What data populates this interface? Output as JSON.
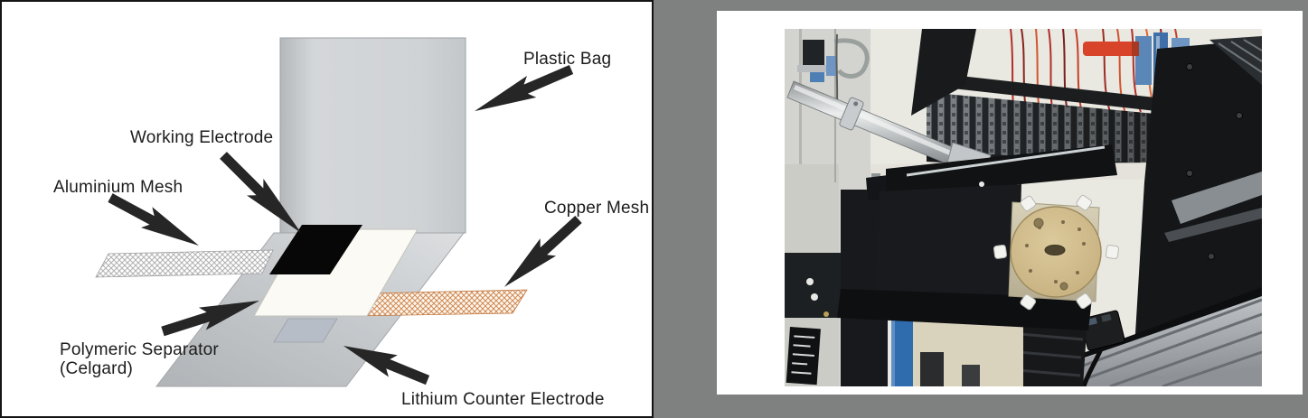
{
  "page": {
    "background_color": "#7f8080",
    "panel_color": "#ffffff"
  },
  "figure_left": {
    "type": "schematic-diagram",
    "labels": {
      "plastic_bag": "Plastic Bag",
      "working_electrode": "Working Electrode",
      "aluminium_mesh": "Aluminium Mesh",
      "copper_mesh": "Copper Mesh",
      "polymeric_separator_line1": "Polymeric Separator",
      "polymeric_separator_line2": "(Celgard)",
      "lithium_counter_electrode": "Lithium Counter Electrode"
    },
    "colors": {
      "bag_gray": "#cfd3d6",
      "working_electrode_black": "#0a0a0a",
      "separator_white": "#fbfaf5",
      "lithium_sheet_gray": "#c2c6c9",
      "copper_mesh_hatch": "#d08a55",
      "aluminium_mesh_hatch": "#b0b0b0",
      "arrow_black": "#262626"
    }
  },
  "figure_right": {
    "type": "photograph",
    "elements": [
      "machine-frame",
      "metal-tube",
      "hose-clamp",
      "card-rack-fins",
      "wire-bundle",
      "blue-containers",
      "black-side-panel",
      "black-fixture-arm",
      "mounting-plate",
      "circular-sample-holder-disc",
      "white-thumbscrews",
      "aluminium-extrusion-rail",
      "limit-switch-with-cable",
      "bellows",
      "blue-panel",
      "label-plate"
    ],
    "colors": {
      "wall": "#e9e8e1",
      "fixture_black": "#15171a",
      "disc_tan": "#cdb887",
      "rail_silver": "#b9bdc1",
      "panel_blue": "#2f6cae"
    }
  }
}
